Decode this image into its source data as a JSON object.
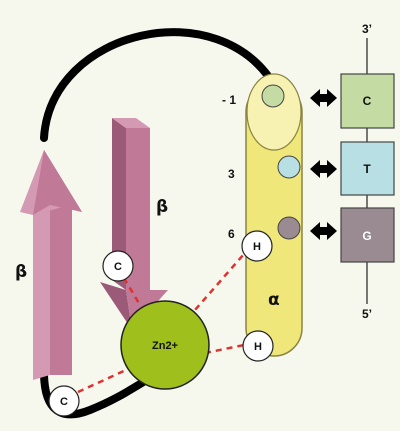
{
  "colors": {
    "background": "#f6f8ee",
    "beta_strand": "#c07a98",
    "beta_strand_dark": "#9a5a78",
    "beta_strand_light": "#d49ab4",
    "helix": "#f0e77a",
    "zinc": "#9ebf1c",
    "bond": "#e03030",
    "base_c": "#c4dca4",
    "base_t": "#b8dfe3",
    "base_g": "#9a8a92"
  },
  "labels": {
    "beta_left": "β",
    "beta_right": "β",
    "alpha": "α",
    "zinc": "Zn2+",
    "prime_top": "3’",
    "prime_bottom": "5’"
  },
  "positions": [
    "- 1",
    "3",
    "6"
  ],
  "residues": {
    "cys_top": "C",
    "cys_bottom": "C",
    "his_top": "H",
    "his_bottom": "H"
  },
  "dna_bases": [
    "C",
    "T",
    "G"
  ]
}
